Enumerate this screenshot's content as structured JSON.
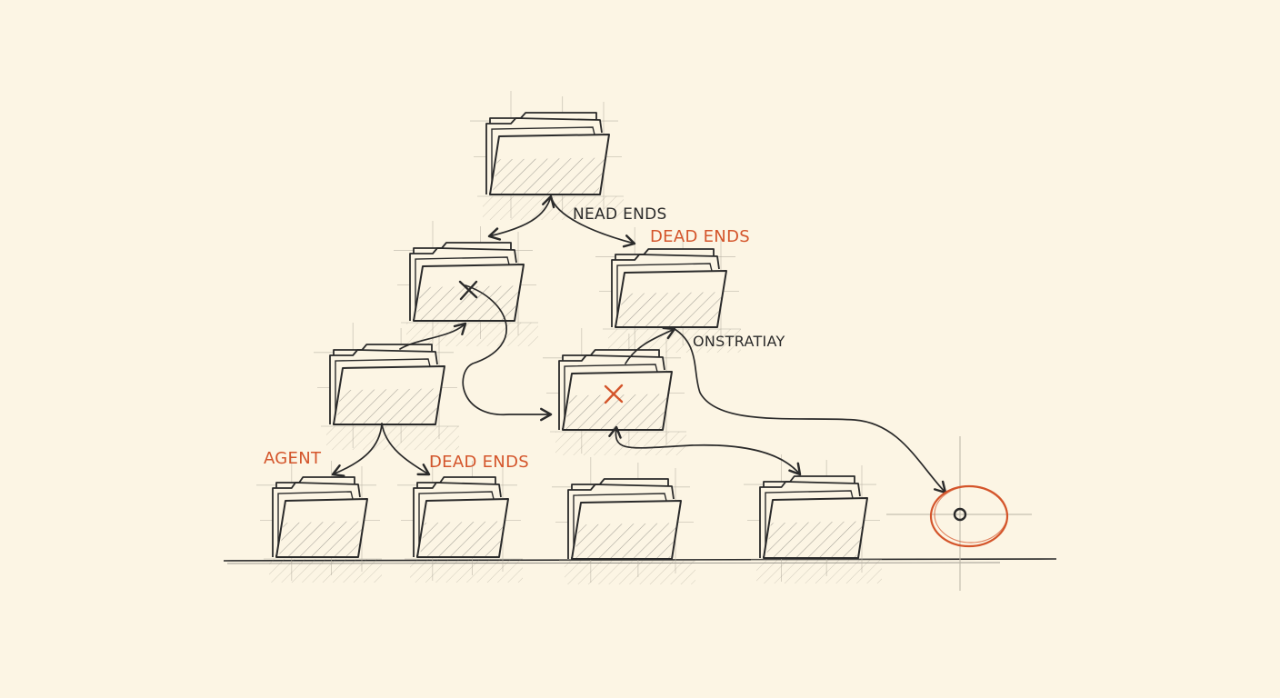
{
  "colors": {
    "background": "#fcf5e4",
    "ink": "#2a2a2a",
    "accent": "#d4552b",
    "grid": "#b9b3a5"
  },
  "labels": {
    "nead_ends": "NEAD ENDS",
    "dead_ends_top": "DEAD ENDS",
    "onstratiay": "ONSTRATIAY",
    "agent": "AGENT",
    "dead_ends_bottom": "DEAD ENDS"
  },
  "icons": {
    "folder": "folder-icon",
    "dead_end_mark": "x-mark-icon",
    "goal": "target-icon"
  }
}
